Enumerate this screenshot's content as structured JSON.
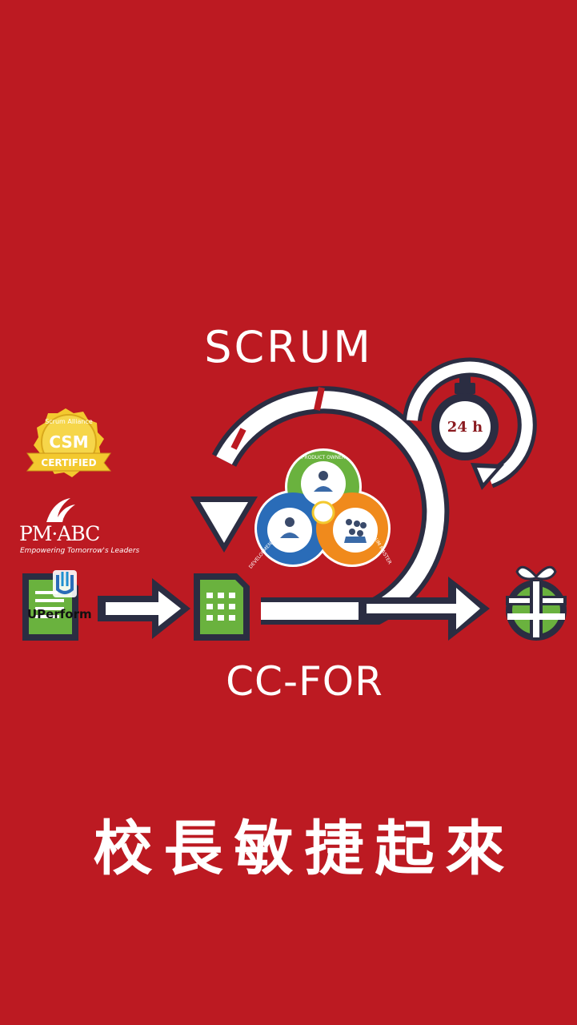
{
  "diagram": {
    "title_top": "SCRUM",
    "title_bottom": "CC-FOR",
    "headline": "校長敏捷起來",
    "timer_label": "24 h",
    "roles": [
      "PRODUCT OWNER",
      "DEVELOPMENT TEAM",
      "SCRUM MASTER"
    ]
  },
  "logos": {
    "csm_top": "Scrum Alliance",
    "csm_main": "CSM",
    "csm_bottom": "CERTIFIED",
    "pmabc": "PM·ABC",
    "pmabc_tagline": "Empowering Tomorrow's Leaders",
    "uperform": "UPerform"
  },
  "colors": {
    "background": "#bc1a22",
    "outline": "#2b2d42",
    "green": "#6ab23e",
    "blue": "#2a6cb8",
    "orange": "#f08a1c",
    "gold": "#f3c92f"
  }
}
